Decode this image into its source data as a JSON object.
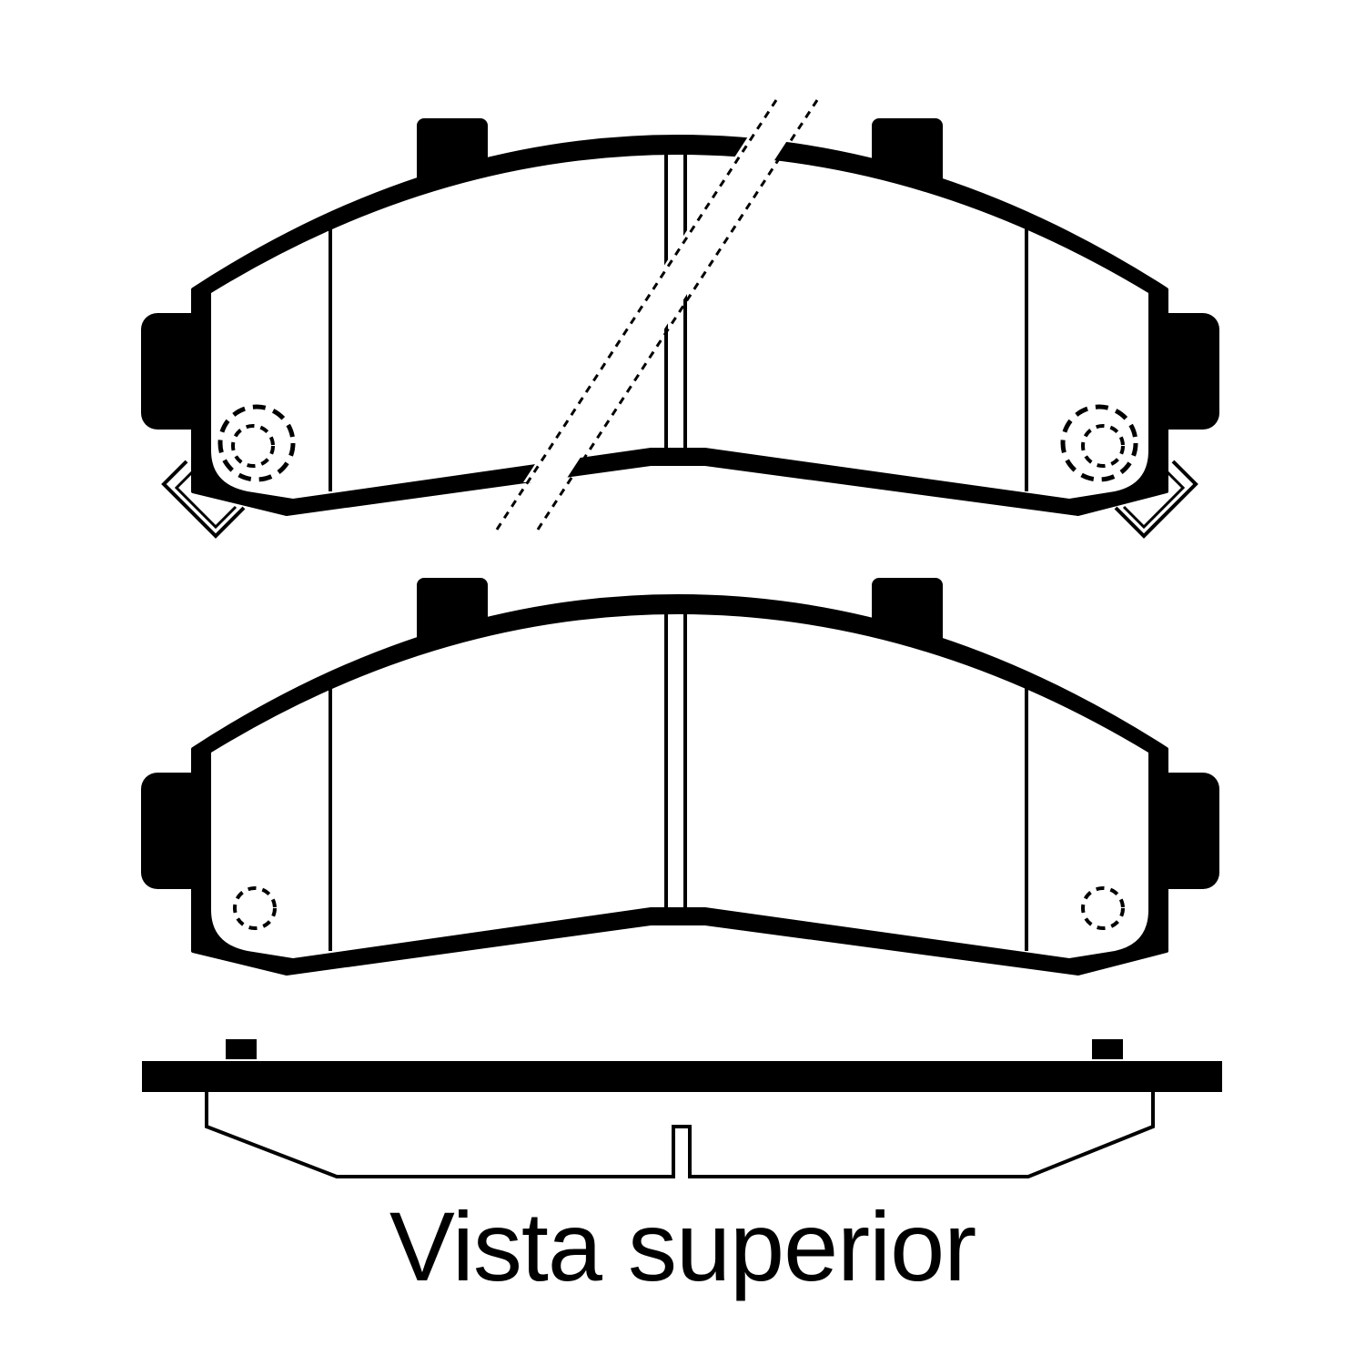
{
  "caption": "Vista superior",
  "colors": {
    "line": "#000000",
    "background": "#ffffff"
  },
  "views": [
    {
      "id": "pad-with-sensor",
      "description_hidden": true
    },
    {
      "id": "pad-plain",
      "description_hidden": true
    },
    {
      "id": "top-view",
      "description_hidden": true
    }
  ]
}
